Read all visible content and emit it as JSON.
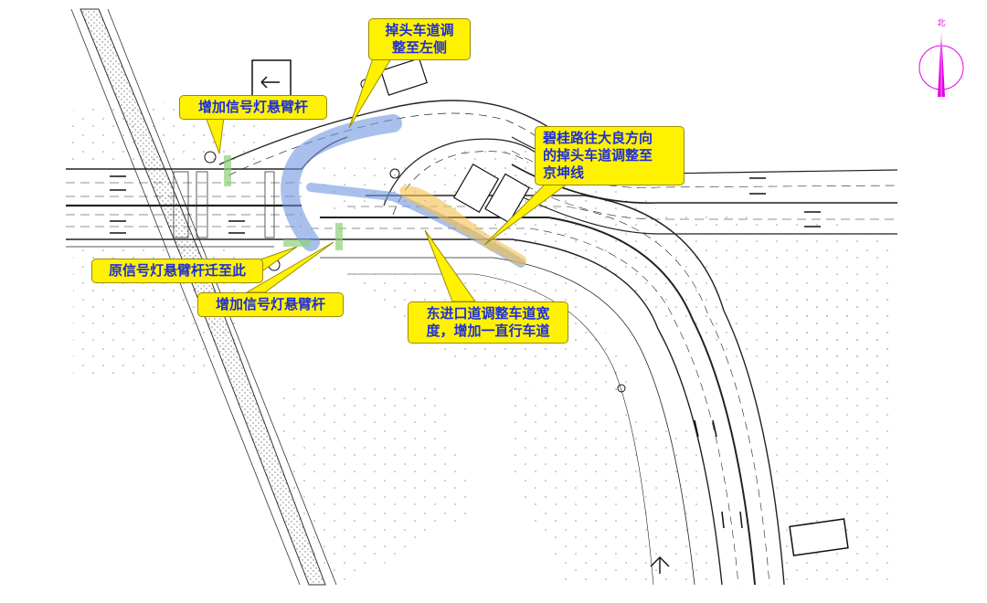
{
  "annotations": {
    "uturn_left": {
      "line1": "掉头车道调",
      "line2": "整至左侧"
    },
    "add_signal_top": "增加信号灯悬臂杆",
    "bigui_uturn": {
      "line1": "碧桂路往大良方向",
      "line2": "的掉头车道调整至",
      "line3": "京坤线"
    },
    "relocate_signal": "原信号灯悬臂杆迁至此",
    "add_signal_bottom": "增加信号灯悬臂杆",
    "east_entry": {
      "line1": "东进口道调整车道宽",
      "line2": "度，增加一直行车道"
    }
  },
  "compass": {
    "label": "北"
  },
  "colors": {
    "callout_fill": "#fff200",
    "callout_text": "#1f2fd6",
    "highlight_blue": "#6f96e0",
    "highlight_orange": "#f5c04a",
    "highlight_green": "#8fd07a",
    "north_arrow": "#e600e6"
  }
}
